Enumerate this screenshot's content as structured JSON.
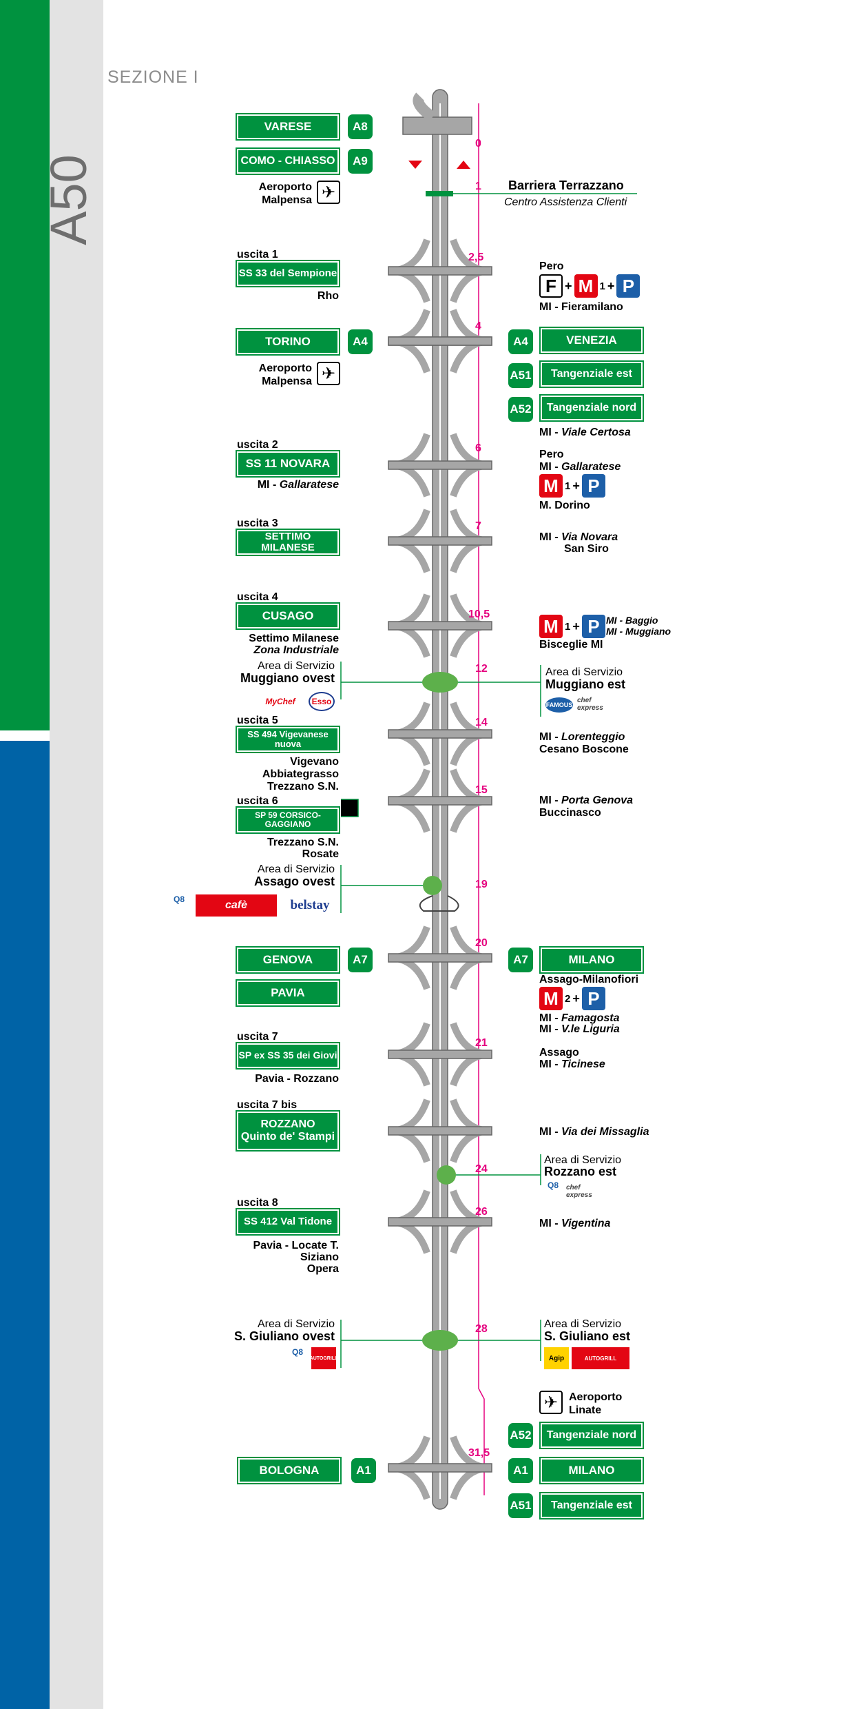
{
  "motorway": "A50",
  "section": "SEZIONE I",
  "top_left": [
    {
      "label": "VARESE",
      "route": "A8"
    },
    {
      "label": "COMO - CHIASSO",
      "route": "A9"
    }
  ],
  "airport_label": "Aeroporto\nMalpensa",
  "barrier": {
    "title": "Barriera Terrazzano",
    "subtitle": "Centro Assistenza Clienti"
  },
  "km": [
    "0",
    "1",
    "2,5",
    "4",
    "6",
    "7",
    "10,5",
    "12",
    "14",
    "15",
    "19",
    "20",
    "21",
    "24",
    "26",
    "28",
    "31,5"
  ],
  "exits": {
    "e1": {
      "label": "uscita 1",
      "sign": "SS 33 del Sempione",
      "below": "Rho",
      "right_top": "Pero",
      "right_bottom": "MI - Fieramilano"
    },
    "e2": {
      "label": "uscita 2",
      "sign": "SS 11 NOVARA",
      "below_plain": "MI - ",
      "below_italic": "Gallaratese",
      "r1": "Pero",
      "r2a": "MI - ",
      "r2b": "Gallaratese",
      "r3": "M. Dorino"
    },
    "e3": {
      "label": "uscita 3",
      "sign": "SETTIMO MILANESE",
      "r1a": "MI - ",
      "r1b": "Via Novara",
      "r2": "San Siro"
    },
    "e4": {
      "label": "uscita 4",
      "sign": "CUSAGO",
      "below1": "Settimo Milanese",
      "below2": "Zona Industriale",
      "r_small1": "MI - Baggio",
      "r_small2": "MI - Muggiano",
      "r2": "Bisceglie MI"
    },
    "e5": {
      "label": "uscita 5",
      "sign": "SS 494 Vigevanese nuova",
      "below1": "Vigevano",
      "below2": "Abbiategrasso",
      "below3": "Trezzano S.N.",
      "r1a": "MI - ",
      "r1b": "Lorenteggio",
      "r2": "Cesano Boscone"
    },
    "e6": {
      "label": "uscita 6",
      "sign": "SP 59 CORSICO-GAGGIANO",
      "below1": "Trezzano S.N.",
      "below2": "Rosate",
      "r1a": "MI - ",
      "r1b": "Porta Genova",
      "r2": "Buccinasco"
    },
    "e7": {
      "label": "uscita 7",
      "sign": "SP ex SS 35 dei Giovi",
      "below": "Pavia - Rozzano",
      "r1": "Assago",
      "r2a": "MI - ",
      "r2b": "Ticinese"
    },
    "e7b": {
      "label": "uscita 7 bis",
      "sign1": "ROZZANO",
      "sign2": "Quinto de' Stampi",
      "r1a": "MI - ",
      "r1b": "Via dei Missaglia"
    },
    "e8": {
      "label": "uscita 8",
      "sign": "SS 412 Val Tidone",
      "below1": "Pavia - Locate T.",
      "below2": "Siziano",
      "below3": "Opera",
      "r1a": "MI - ",
      "r1b": "Vigentina"
    }
  },
  "junctions": {
    "torino": {
      "left": "TORINO",
      "left_route": "A4",
      "right": "VENEZIA",
      "right_route": "A4",
      "r2": "Tangenziale est",
      "r2_route": "A51",
      "r3": "Tangenziale nord",
      "r3_route": "A52",
      "r4a": "MI - ",
      "r4b": "Viale Certosa"
    },
    "genova": {
      "left": "GENOVA",
      "left_route": "A7",
      "left2": "PAVIA",
      "right": "MILANO",
      "right_route": "A7",
      "r2": "Assago-Milanofiori",
      "r3a": "MI - ",
      "r3b": "Famagosta",
      "r4a": "MI - ",
      "r4b": "V.le Liguria"
    },
    "bologna": {
      "left": "BOLOGNA",
      "left_route": "A1",
      "right": "MILANO",
      "right_route": "A1",
      "r_top": "Tangenziale nord",
      "r_top_route": "A52",
      "r_bottom": "Tangenziale est",
      "r_bottom_route": "A51",
      "airport": "Aeroporto\nLinate"
    }
  },
  "services": {
    "mugg_o": {
      "t1": "Area di Servizio",
      "t2": "Muggiano ovest"
    },
    "mugg_e": {
      "t1": "Area di Servizio",
      "t2": "Muggiano est"
    },
    "assago_o": {
      "t1": "Area di Servizio",
      "t2": "Assago ovest"
    },
    "rozz_e": {
      "t1": "Area di Servizio",
      "t2": "Rozzano est"
    },
    "sgiul_o": {
      "t1": "Area di Servizio",
      "t2": "S. Giuliano ovest"
    },
    "sgiul_e": {
      "t1": "Area di Servizio",
      "t2": "S. Giuliano est"
    }
  },
  "brands": {
    "mychef": "MyChef",
    "esso": "Esso",
    "q8": "Q8",
    "cafe": "cafè",
    "belstay": "belstay",
    "chef_express": "chef express",
    "agip": "Agip",
    "famous": "FAMOUS",
    "autogrill": "AUTOGRILL"
  },
  "metro": {
    "m": "M",
    "sub1": "1",
    "sub2": "2",
    "p": "P",
    "f": "F",
    "plus": "+"
  },
  "colors": {
    "green": "#00923f",
    "blue": "#0063a6",
    "magenta": "#e5007e",
    "road": "#a6a6a6"
  }
}
